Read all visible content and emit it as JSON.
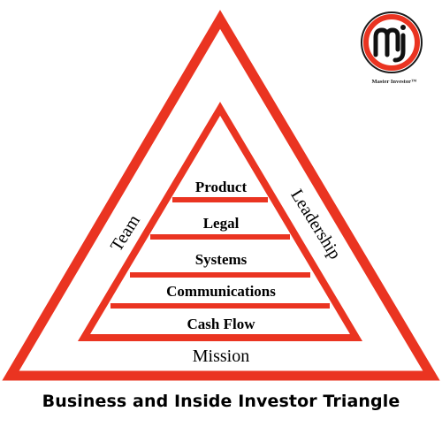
{
  "diagram": {
    "tiers": [
      "Product",
      "Legal",
      "Systems",
      "Communications",
      "Cash Flow"
    ],
    "left_side": "Team",
    "right_side": "Leadership",
    "base": "Mission"
  },
  "caption": "Business and Inside Investor Triangle",
  "logo": {
    "text": "Master Investor™",
    "brand_color": "#ea3421"
  },
  "colors": {
    "triangle_red": "#ea3421",
    "outline_dark": "#1a1a1a"
  }
}
